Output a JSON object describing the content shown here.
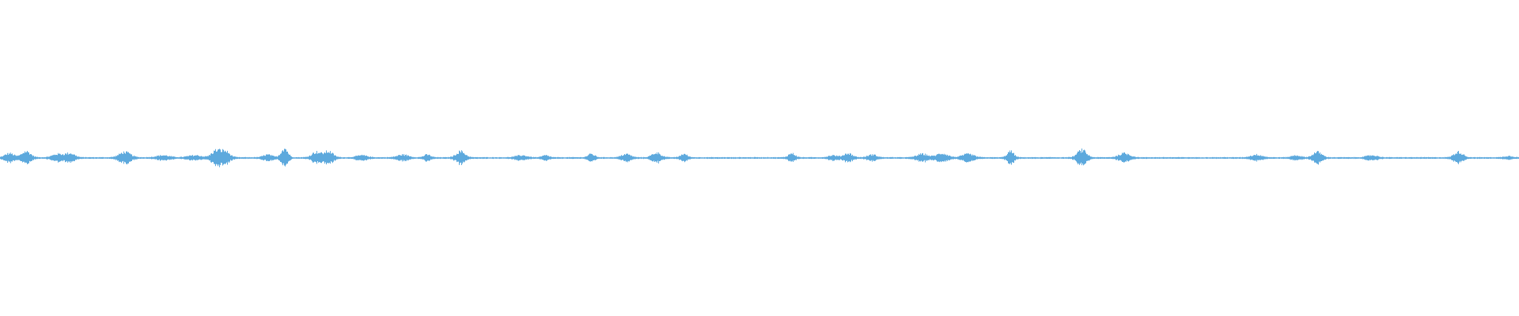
{
  "chart_data": {
    "type": "area",
    "x_range": [
      0,
      1
    ],
    "y_range": [
      -1,
      1
    ],
    "grid": false,
    "legend": "none",
    "series": [
      {
        "color": "#5da9dd",
        "baseline": 0,
        "noise_floor": 0.006,
        "bursts": [
          {
            "center": 0.006,
            "peak": 0.03,
            "width": 0.004
          },
          {
            "center": 0.017,
            "peak": 0.045,
            "width": 0.004
          },
          {
            "center": 0.038,
            "peak": 0.025,
            "width": 0.005
          },
          {
            "center": 0.046,
            "peak": 0.03,
            "width": 0.004
          },
          {
            "center": 0.082,
            "peak": 0.04,
            "width": 0.005
          },
          {
            "center": 0.107,
            "peak": 0.015,
            "width": 0.006
          },
          {
            "center": 0.128,
            "peak": 0.015,
            "width": 0.006
          },
          {
            "center": 0.142,
            "peak": 0.05,
            "width": 0.004
          },
          {
            "center": 0.148,
            "peak": 0.045,
            "width": 0.004
          },
          {
            "center": 0.176,
            "peak": 0.02,
            "width": 0.004
          },
          {
            "center": 0.187,
            "peak": 0.07,
            "width": 0.003
          },
          {
            "center": 0.208,
            "peak": 0.04,
            "width": 0.004
          },
          {
            "center": 0.216,
            "peak": 0.045,
            "width": 0.004
          },
          {
            "center": 0.238,
            "peak": 0.015,
            "width": 0.005
          },
          {
            "center": 0.265,
            "peak": 0.02,
            "width": 0.005
          },
          {
            "center": 0.281,
            "peak": 0.02,
            "width": 0.003
          },
          {
            "center": 0.303,
            "peak": 0.045,
            "width": 0.004
          },
          {
            "center": 0.343,
            "peak": 0.015,
            "width": 0.005
          },
          {
            "center": 0.359,
            "peak": 0.015,
            "width": 0.003
          },
          {
            "center": 0.389,
            "peak": 0.025,
            "width": 0.003
          },
          {
            "center": 0.412,
            "peak": 0.025,
            "width": 0.004
          },
          {
            "center": 0.432,
            "peak": 0.035,
            "width": 0.004
          },
          {
            "center": 0.45,
            "peak": 0.025,
            "width": 0.003
          },
          {
            "center": 0.521,
            "peak": 0.03,
            "width": 0.003
          },
          {
            "center": 0.548,
            "peak": 0.015,
            "width": 0.004
          },
          {
            "center": 0.558,
            "peak": 0.03,
            "width": 0.004
          },
          {
            "center": 0.574,
            "peak": 0.02,
            "width": 0.004
          },
          {
            "center": 0.607,
            "peak": 0.025,
            "width": 0.005
          },
          {
            "center": 0.62,
            "peak": 0.03,
            "width": 0.005
          },
          {
            "center": 0.637,
            "peak": 0.025,
            "width": 0.005
          },
          {
            "center": 0.665,
            "peak": 0.045,
            "width": 0.003
          },
          {
            "center": 0.712,
            "peak": 0.055,
            "width": 0.004
          },
          {
            "center": 0.74,
            "peak": 0.03,
            "width": 0.005
          },
          {
            "center": 0.827,
            "peak": 0.02,
            "width": 0.005
          },
          {
            "center": 0.853,
            "peak": 0.015,
            "width": 0.004
          },
          {
            "center": 0.867,
            "peak": 0.04,
            "width": 0.004
          },
          {
            "center": 0.903,
            "peak": 0.015,
            "width": 0.005
          },
          {
            "center": 0.96,
            "peak": 0.04,
            "width": 0.004
          },
          {
            "center": 0.993,
            "peak": 0.01,
            "width": 0.004
          }
        ]
      }
    ]
  }
}
